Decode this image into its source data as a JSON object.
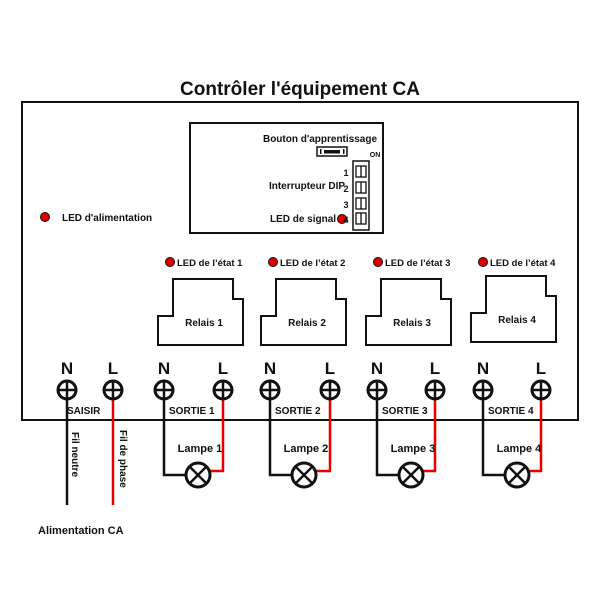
{
  "title": "Contrôler l'équipement CA",
  "module": {
    "learn_button_label": "Bouton d'apprentissage",
    "dip_label": "Interrupteur DIP",
    "dip_on_label": "ON",
    "dip_numbers": [
      "1",
      "2",
      "3",
      "4"
    ],
    "signal_led_label": "LED de signal"
  },
  "power_led_label": "LED d'alimentation",
  "status_leds": [
    "LED de l’état 1",
    "LED de l’état 2",
    "LED de l’état 3",
    "LED de l’état 4"
  ],
  "relays": [
    "Relais 1",
    "Relais 2",
    "Relais 3",
    "Relais 4"
  ],
  "terminals": {
    "n_label": "N",
    "l_label": "L",
    "input_label": "SAISIR",
    "outputs": [
      "SORTIE 1",
      "SORTIE 2",
      "SORTIE 3",
      "SORTIE 4"
    ]
  },
  "lamps": [
    "Lampe 1",
    "Lampe 2",
    "Lampe 3",
    "Lampe 4"
  ],
  "wires": {
    "neutral_label": "Fil neutre",
    "phase_label": "Fil de phase"
  },
  "supply_label": "Alimentation CA",
  "colors": {
    "led": "#e00000",
    "phase_wire": "#e80000",
    "neutral_wire": "#111111"
  }
}
